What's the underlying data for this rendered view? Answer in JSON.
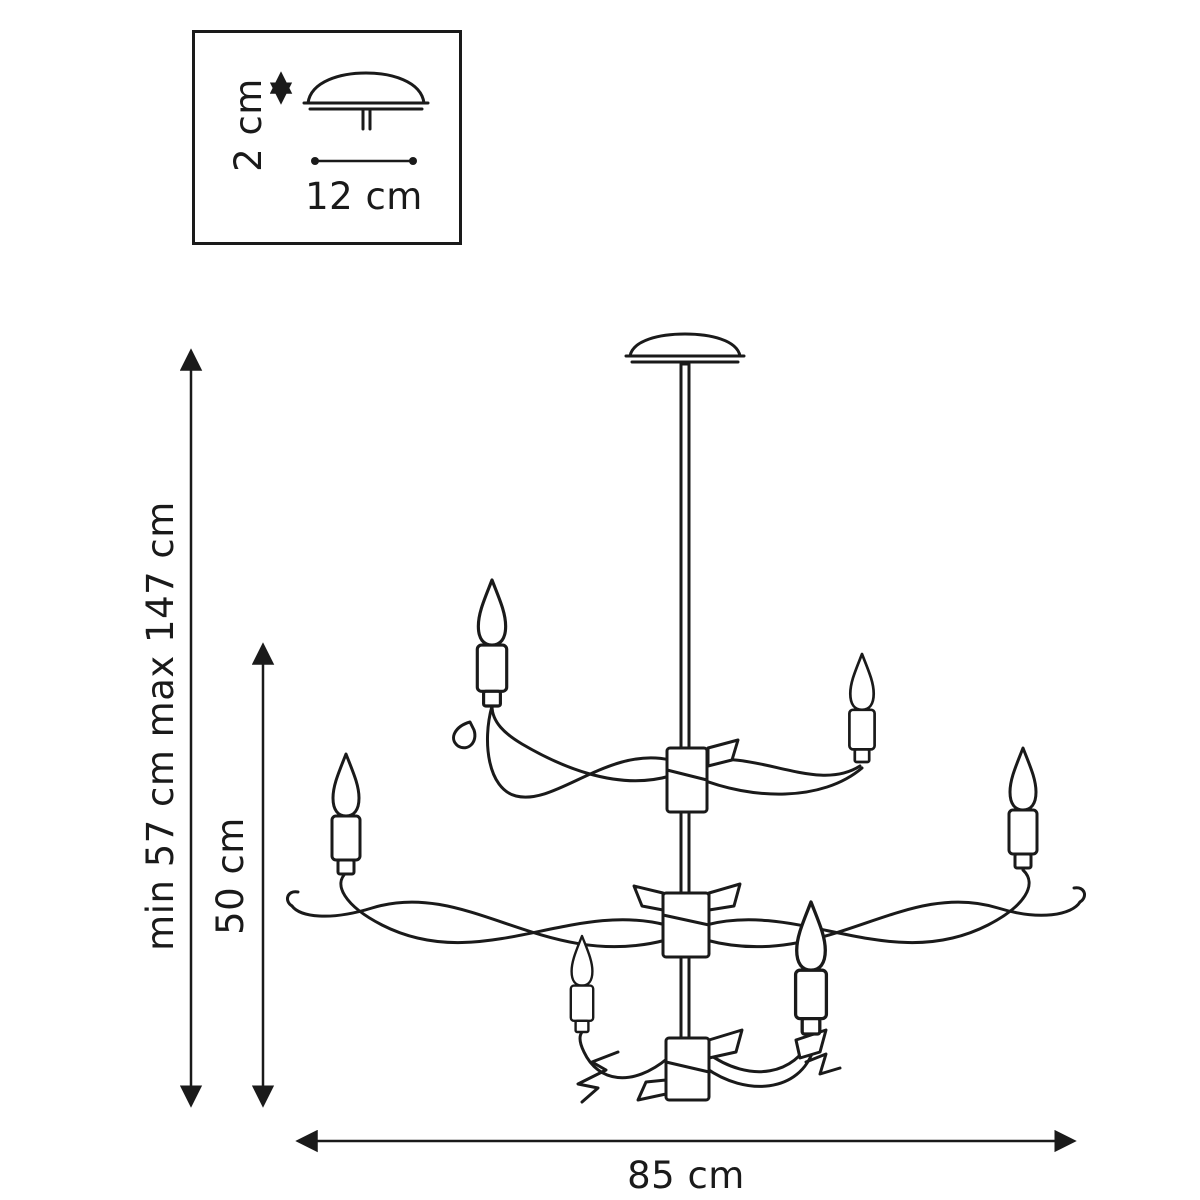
{
  "inset": {
    "canopy_height_label": "2 cm",
    "canopy_diameter_label": "12 cm"
  },
  "dimensions": {
    "overall_height_label": "min 57 cm max 147 cm",
    "fixture_height_label": "50 cm",
    "width_label": "85 cm"
  },
  "colors": {
    "ink": "#1a1a1a",
    "background": "#ffffff"
  }
}
